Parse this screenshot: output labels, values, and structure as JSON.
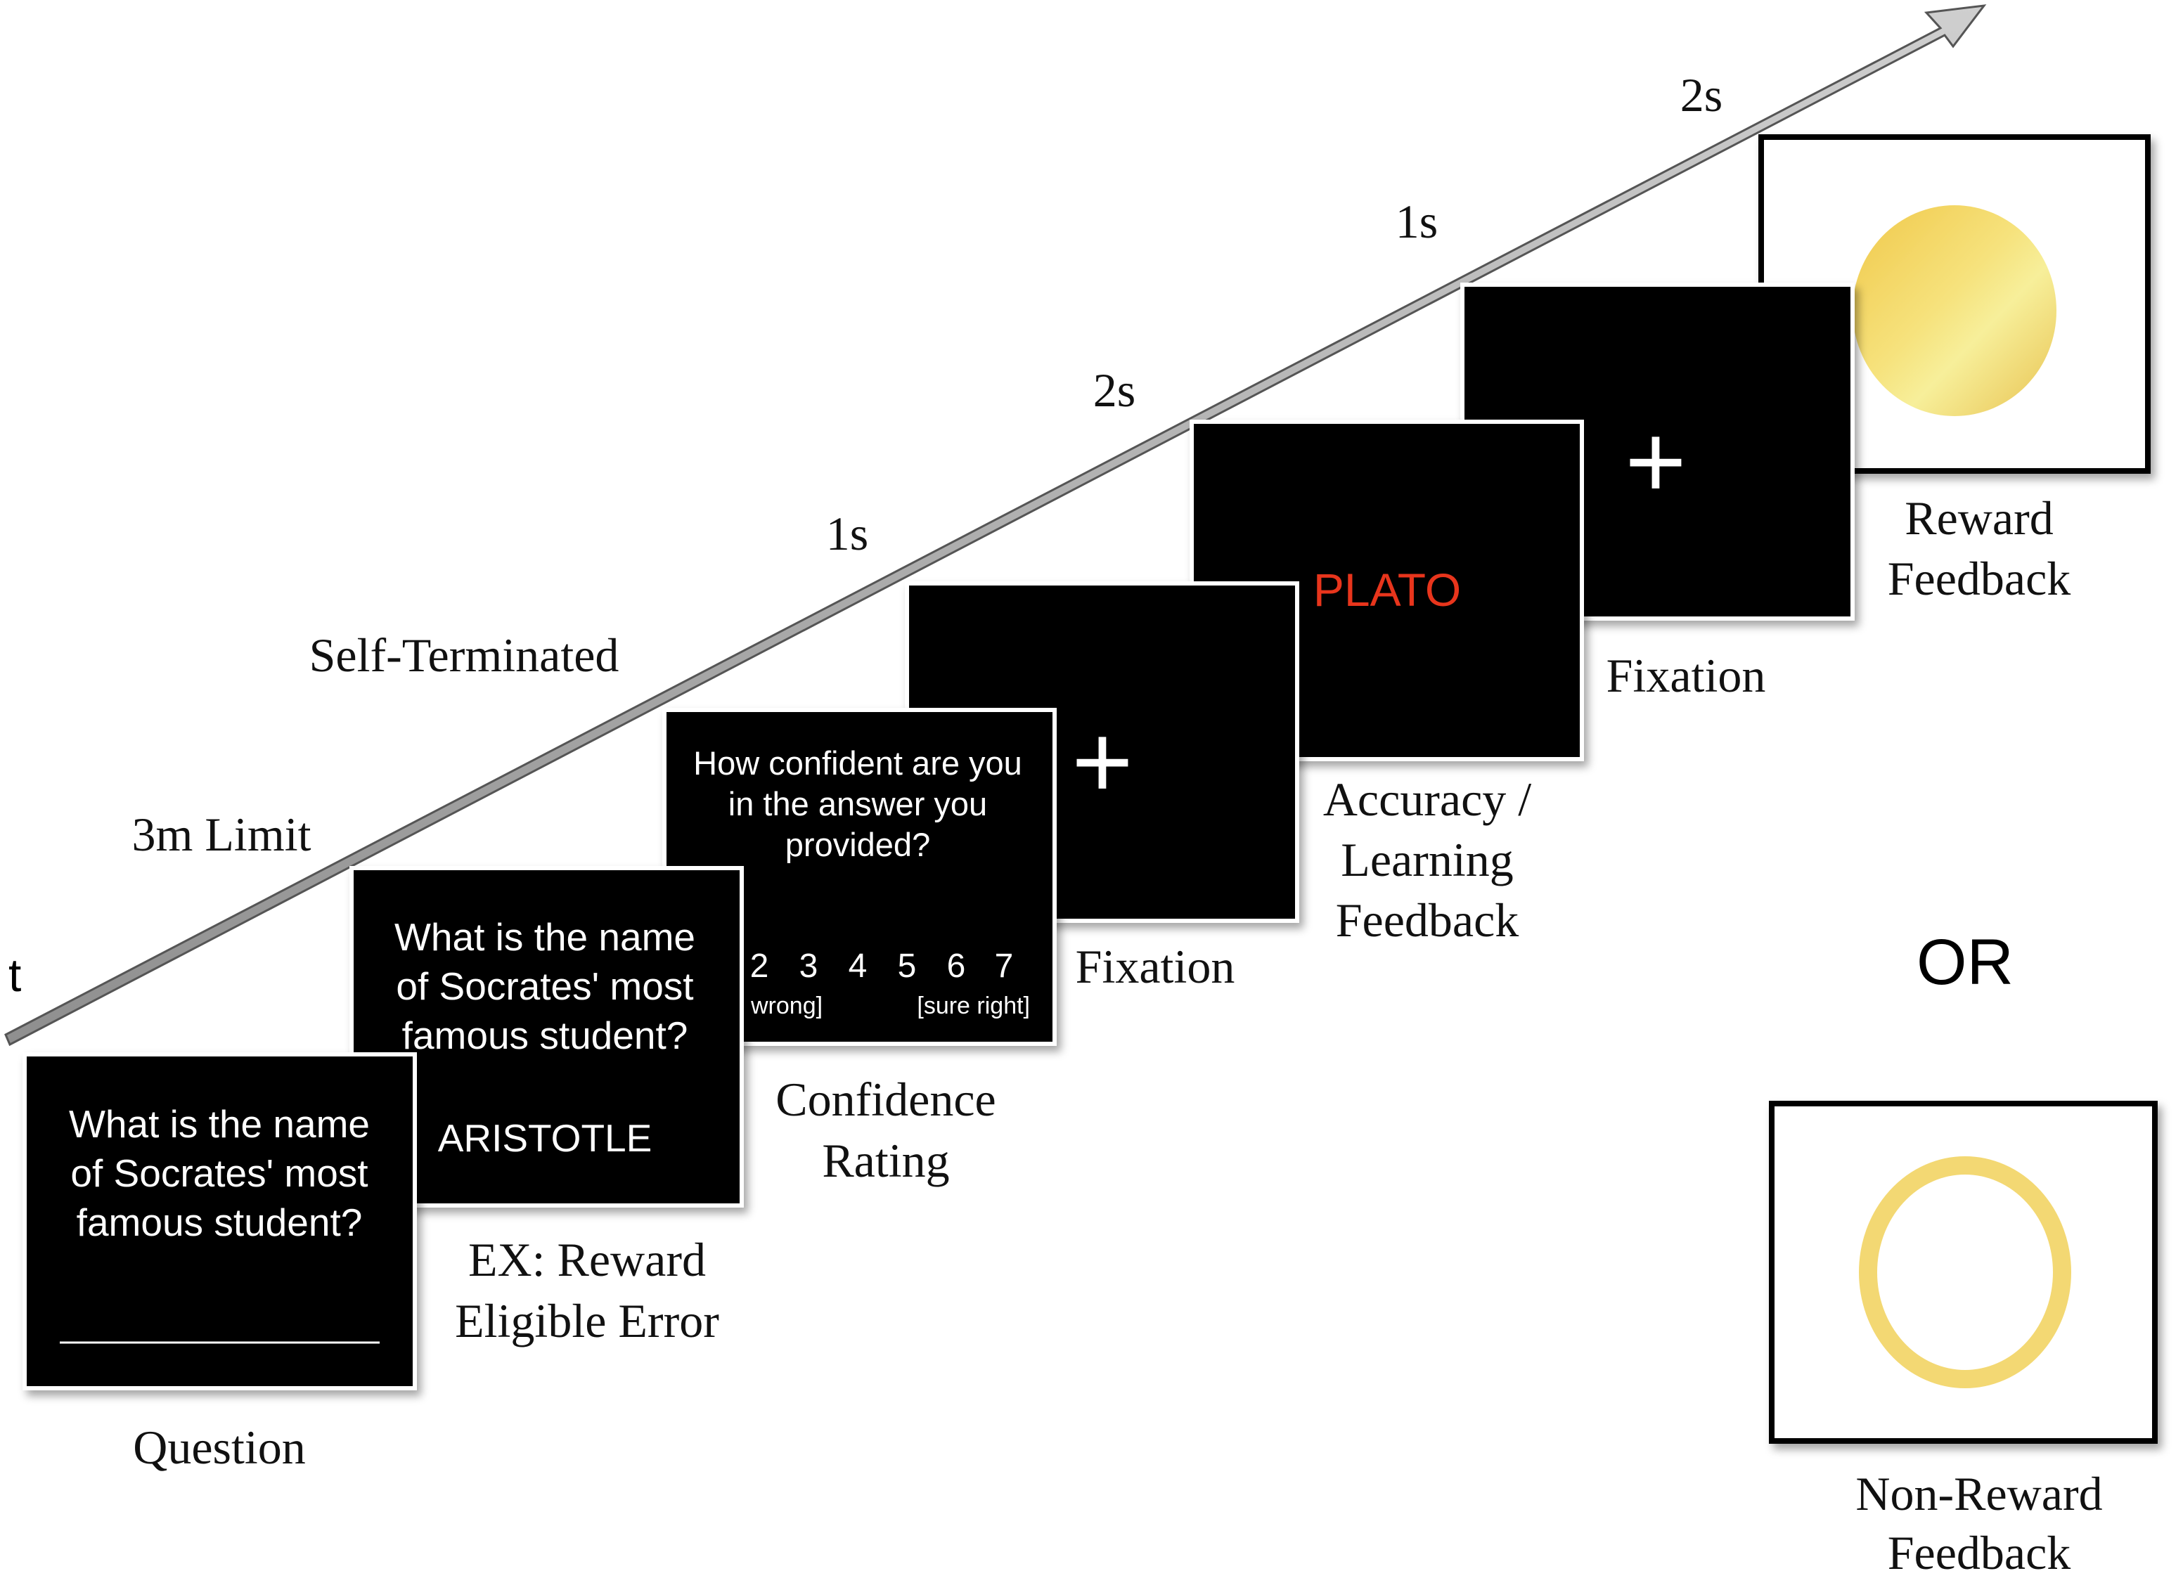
{
  "axis": {
    "label": "t"
  },
  "durations": {
    "question": "3m Limit",
    "error": "Self-Terminated",
    "confidence": "1s",
    "fixation1": "2s",
    "accuracy": "1s",
    "fixation2": "2s"
  },
  "screens": {
    "question": {
      "lines": [
        "What is the name",
        "of Socrates' most",
        "famous student?"
      ],
      "caption": [
        "Question"
      ]
    },
    "error": {
      "lines": [
        "What is the name",
        "of Socrates' most",
        "famous student?"
      ],
      "answer": "ARISTOTLE",
      "caption": [
        "EX: Reward",
        "Eligible Error"
      ]
    },
    "confidence": {
      "lines": [
        "How confident are you",
        "in the answer you",
        "provided?"
      ],
      "scale_numbers": [
        "2",
        "3",
        "4",
        "5",
        "6",
        "7"
      ],
      "scale_low": "wrong]",
      "scale_high": "[sure right]",
      "caption": [
        "Confidence",
        "Rating"
      ]
    },
    "fixation1": {
      "symbol": "+",
      "caption": [
        "Fixation"
      ]
    },
    "accuracy": {
      "answer": "PLATO",
      "caption": [
        "Accuracy /",
        "Learning",
        "Feedback"
      ]
    },
    "fixation2": {
      "symbol": "+",
      "caption": [
        "Fixation"
      ]
    },
    "reward": {
      "caption": [
        "Reward",
        "Feedback"
      ]
    },
    "nonreward": {
      "caption": [
        "Non-Reward",
        "Feedback"
      ]
    }
  },
  "or_label": "OR",
  "colors": {
    "screen_bg": "#000000",
    "feedback_red": "#e8341c",
    "coin_gold": "#f2cf55",
    "ring_gold": "#f3d873"
  }
}
